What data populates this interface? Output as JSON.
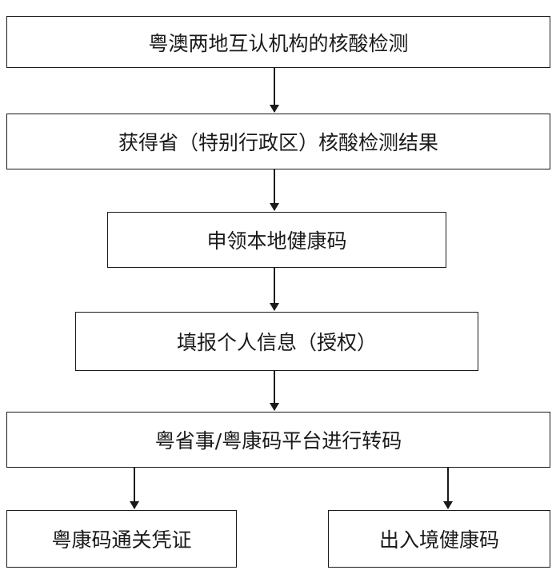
{
  "flowchart": {
    "step1": "粤澳两地互认机构的核酸检测",
    "step2": "获得省（特别行政区）核酸检测结果",
    "step3": "申领本地健康码",
    "step4": "填报个人信息（授权）",
    "step5": "粤省事/粤康码平台进行转码",
    "result_left": "粤康码通关凭证",
    "result_right": "出入境健康码"
  },
  "colors": {
    "stroke": "#1a1a1a",
    "background": "#ffffff"
  }
}
